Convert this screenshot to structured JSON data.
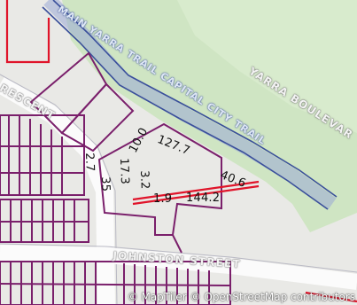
{
  "map": {
    "streets": {
      "crescent": "RESCENT",
      "johnston": "JOHNSTON STREET",
      "yarra_boulevard": "YARRA BOULEVAR",
      "trail": "MAIN YARRA TRAIL CAPITAL CITY TRAIL"
    },
    "measurements": {
      "m1": "10.0",
      "m2": "127.7",
      "m3": "40.6",
      "m4": "2.7",
      "m5": "35",
      "m6": "17.3",
      "m7": "3.2",
      "m8": "1.9",
      "m9": "144.2"
    },
    "attribution": "© MapTiler © OpenStreetMap contributors",
    "colors": {
      "park": "#cfe5c3",
      "land": "#e9e9e6",
      "road": "#fbfbfb",
      "parcel_outline": "#7a1f6b",
      "boundary_red": "#e0142a",
      "trail_blue": "#3a4f9b"
    }
  }
}
